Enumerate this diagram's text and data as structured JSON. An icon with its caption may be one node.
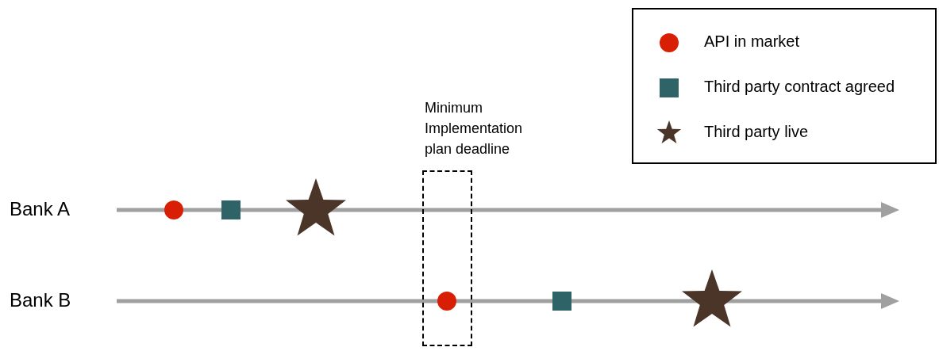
{
  "diagram": {
    "nodes": [
      {
        "text": [
          "Minimum Implementation plan deadline"
        ]
      },
      {
        "text": [],
        "shape": "circle"
      },
      {
        "text": [],
        "shape": "box"
      },
      {
        "text": [],
        "shape": "star"
      },
      {
        "text": [],
        "shape": "circle",
        "in": 0
      },
      {
        "text": [],
        "shape": "box"
      },
      {
        "text": [],
        "shape": "star"
      }
    ],
    "labels": [
      "Bank A",
      "Bank B"
    ],
    "legend": [
      {
        "text": "API in market"
      },
      {
        "text": "Third party contract agreed"
      },
      {
        "text": "Third party live"
      }
    ]
  }
}
